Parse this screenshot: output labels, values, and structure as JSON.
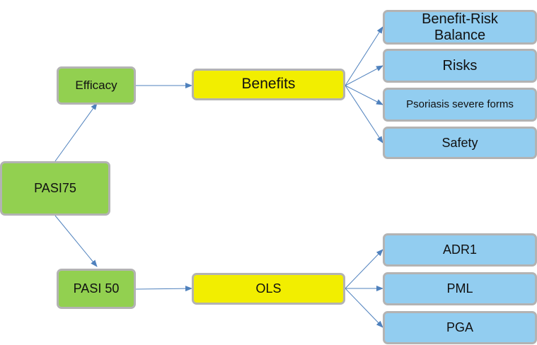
{
  "colors": {
    "root": "#92d050",
    "middle": "#f2ee00",
    "leaf": "#92cdf0",
    "border": "#b3b3b3",
    "edge": "#4f81bd"
  },
  "nodes": {
    "pasi75": "PASI75",
    "efficacy": "Efficacy",
    "pasi50": "PASI 50",
    "benefits": "Benefits",
    "ols": "OLS",
    "benefit_risk_balance": "Benefit-Risk Balance",
    "risks": "Risks",
    "psoriasis_severe_forms": "Psoriasis severe forms",
    "safety": "Safety",
    "adr1": "ADR1",
    "pml": "PML",
    "pga": "PGA"
  },
  "edges": [
    [
      "pasi75",
      "efficacy"
    ],
    [
      "pasi75",
      "pasi50"
    ],
    [
      "efficacy",
      "benefits"
    ],
    [
      "pasi50",
      "ols"
    ],
    [
      "benefits",
      "benefit_risk_balance"
    ],
    [
      "benefits",
      "risks"
    ],
    [
      "benefits",
      "psoriasis_severe_forms"
    ],
    [
      "benefits",
      "safety"
    ],
    [
      "ols",
      "adr1"
    ],
    [
      "ols",
      "pml"
    ],
    [
      "ols",
      "pga"
    ]
  ]
}
